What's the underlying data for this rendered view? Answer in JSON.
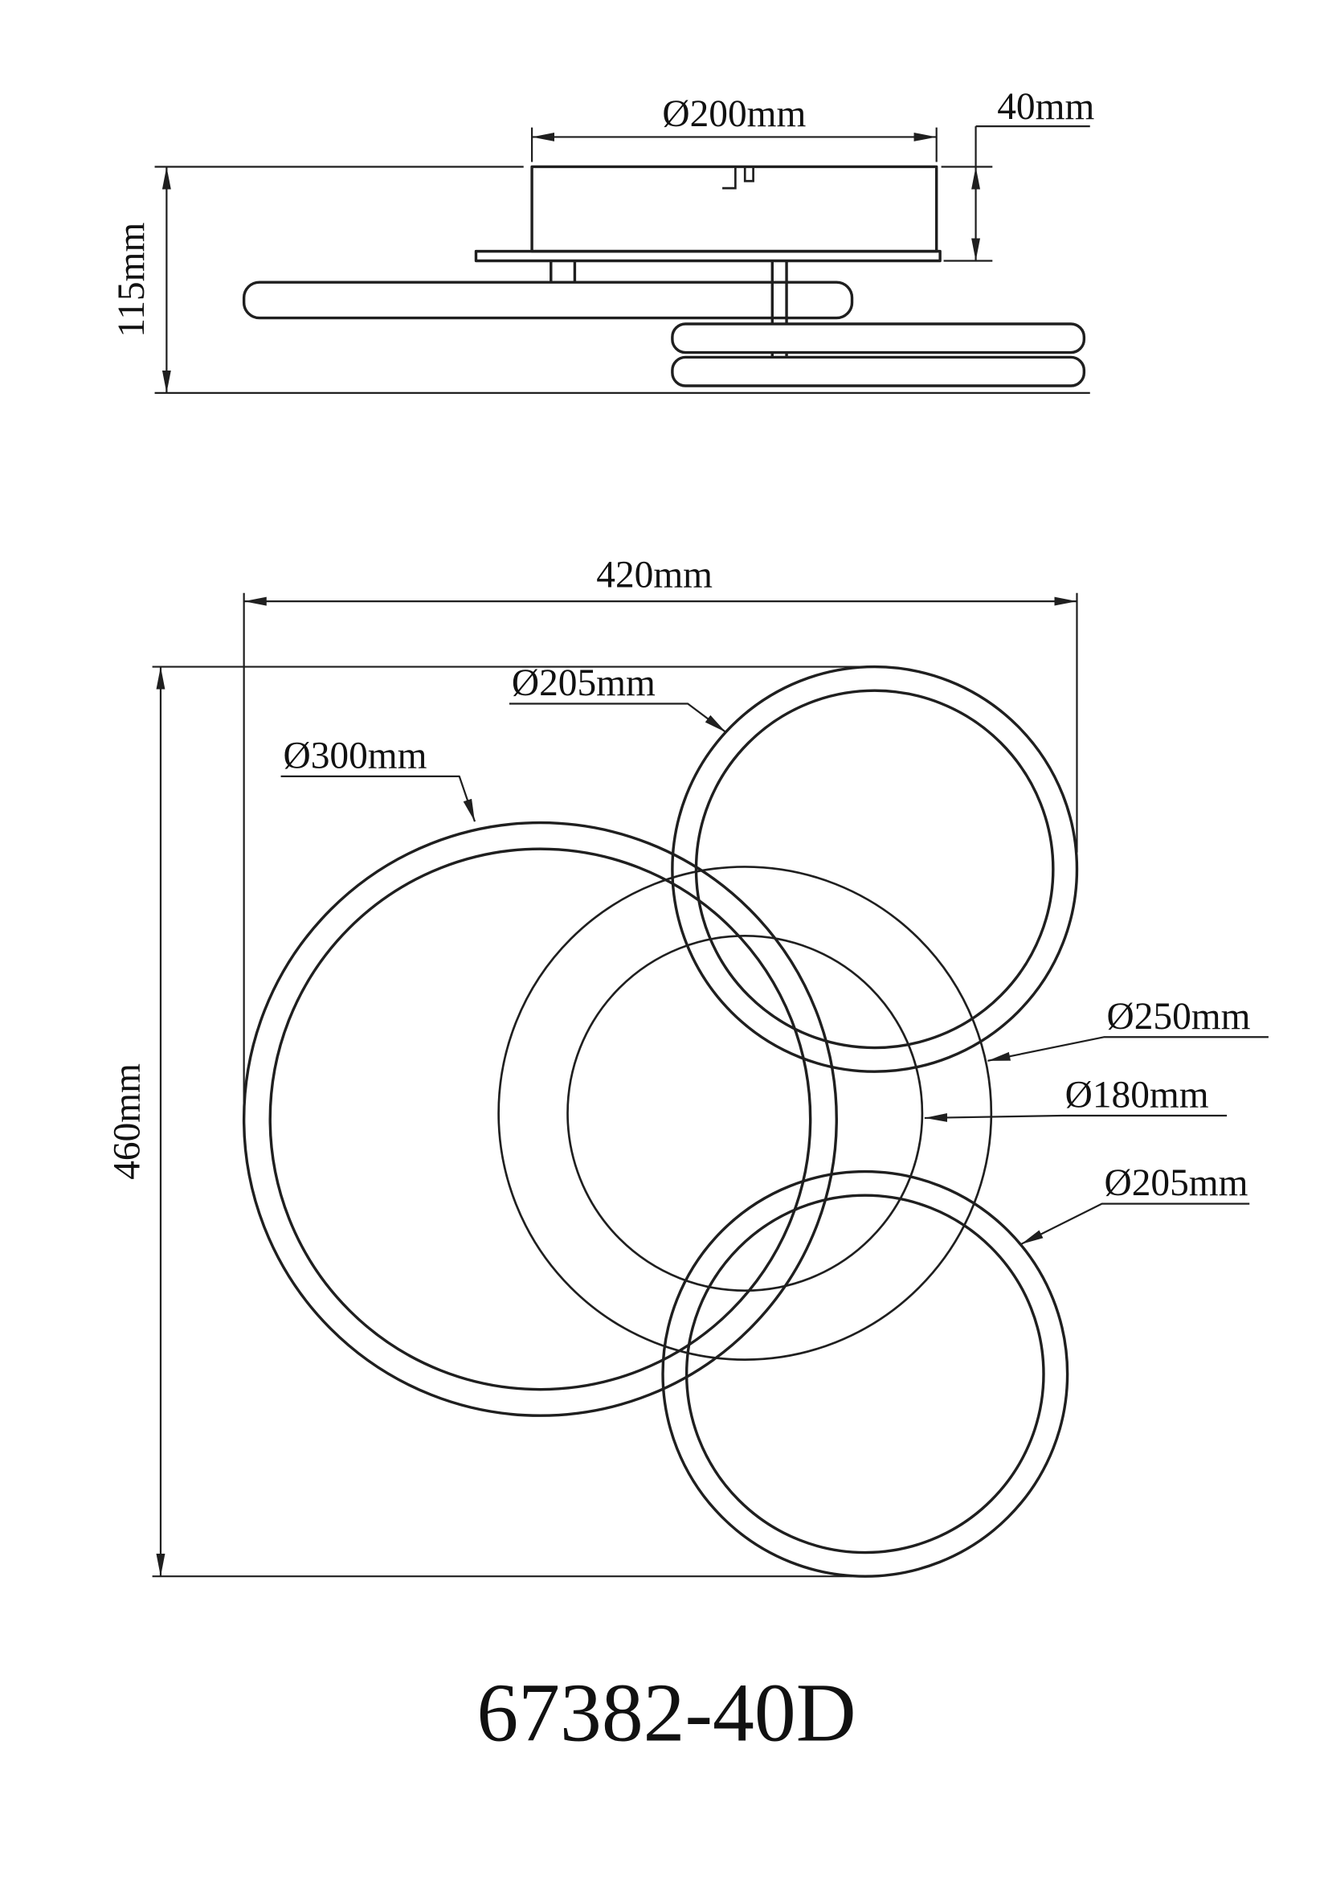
{
  "colors": {
    "line": "#1f1f1f",
    "text": "#111111",
    "background": "#ffffff"
  },
  "side_view": {
    "canopy_diameter": "Ø200mm",
    "canopy_height": "40mm",
    "fixture_height": "115mm"
  },
  "top_view": {
    "overall_width": "420mm",
    "overall_height": "460mm",
    "ring_top_right": "Ø205mm",
    "ring_large": "Ø300mm",
    "circle_outer": "Ø250mm",
    "circle_inner": "Ø180mm",
    "ring_bottom_right": "Ø205mm"
  },
  "model_number": "67382-40D"
}
